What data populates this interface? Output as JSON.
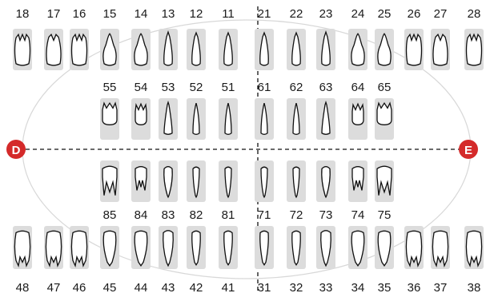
{
  "colors": {
    "marker": "#d42a2a",
    "tile": "#dcdcdc",
    "outline": "#111111",
    "guide": "#d8d8d8"
  },
  "sides": {
    "left": "D",
    "right": "E"
  },
  "permanent": {
    "upper": [
      {
        "id": "18",
        "icon": "molar-3-root"
      },
      {
        "id": "17",
        "icon": "molar-2-root"
      },
      {
        "id": "16",
        "icon": "molar-3-root"
      },
      {
        "id": "15",
        "icon": "premolar"
      },
      {
        "id": "14",
        "icon": "premolar"
      },
      {
        "id": "13",
        "icon": "canine"
      },
      {
        "id": "12",
        "icon": "incisor"
      },
      {
        "id": "11",
        "icon": "incisor"
      },
      {
        "id": "21",
        "icon": "incisor"
      },
      {
        "id": "22",
        "icon": "incisor"
      },
      {
        "id": "23",
        "icon": "canine"
      },
      {
        "id": "24",
        "icon": "premolar"
      },
      {
        "id": "25",
        "icon": "premolar"
      },
      {
        "id": "26",
        "icon": "molar-3-root"
      },
      {
        "id": "27",
        "icon": "molar-2-root"
      },
      {
        "id": "28",
        "icon": "molar-3-root"
      }
    ],
    "lower": [
      {
        "id": "48",
        "icon": "lower-molar"
      },
      {
        "id": "47",
        "icon": "lower-molar"
      },
      {
        "id": "46",
        "icon": "lower-molar"
      },
      {
        "id": "45",
        "icon": "lower-premolar"
      },
      {
        "id": "44",
        "icon": "lower-premolar"
      },
      {
        "id": "43",
        "icon": "lower-canine"
      },
      {
        "id": "42",
        "icon": "lower-incisor"
      },
      {
        "id": "41",
        "icon": "lower-incisor"
      },
      {
        "id": "31",
        "icon": "lower-incisor"
      },
      {
        "id": "32",
        "icon": "lower-incisor"
      },
      {
        "id": "33",
        "icon": "lower-canine"
      },
      {
        "id": "34",
        "icon": "lower-premolar"
      },
      {
        "id": "35",
        "icon": "lower-premolar"
      },
      {
        "id": "36",
        "icon": "lower-molar"
      },
      {
        "id": "37",
        "icon": "lower-molar"
      },
      {
        "id": "38",
        "icon": "lower-molar"
      }
    ]
  },
  "deciduous": {
    "upper": [
      {
        "id": "55",
        "icon": "deciduous-upper-molar"
      },
      {
        "id": "54",
        "icon": "deciduous-upper-molar-small"
      },
      {
        "id": "53",
        "icon": "deciduous-upper-canine"
      },
      {
        "id": "52",
        "icon": "deciduous-upper-incisor"
      },
      {
        "id": "51",
        "icon": "deciduous-upper-incisor"
      },
      {
        "id": "61",
        "icon": "deciduous-upper-incisor"
      },
      {
        "id": "62",
        "icon": "deciduous-upper-incisor"
      },
      {
        "id": "63",
        "icon": "deciduous-upper-canine"
      },
      {
        "id": "64",
        "icon": "deciduous-upper-molar-small"
      },
      {
        "id": "65",
        "icon": "deciduous-upper-molar"
      }
    ],
    "lower": [
      {
        "id": "85",
        "icon": "deciduous-lower-molar"
      },
      {
        "id": "84",
        "icon": "deciduous-lower-molar-small"
      },
      {
        "id": "83",
        "icon": "deciduous-lower-canine"
      },
      {
        "id": "82",
        "icon": "deciduous-lower-incisor"
      },
      {
        "id": "81",
        "icon": "deciduous-lower-incisor"
      },
      {
        "id": "71",
        "icon": "deciduous-lower-incisor"
      },
      {
        "id": "72",
        "icon": "deciduous-lower-incisor"
      },
      {
        "id": "73",
        "icon": "deciduous-lower-canine"
      },
      {
        "id": "74",
        "icon": "deciduous-lower-molar-small"
      },
      {
        "id": "75",
        "icon": "deciduous-lower-molar"
      }
    ]
  }
}
